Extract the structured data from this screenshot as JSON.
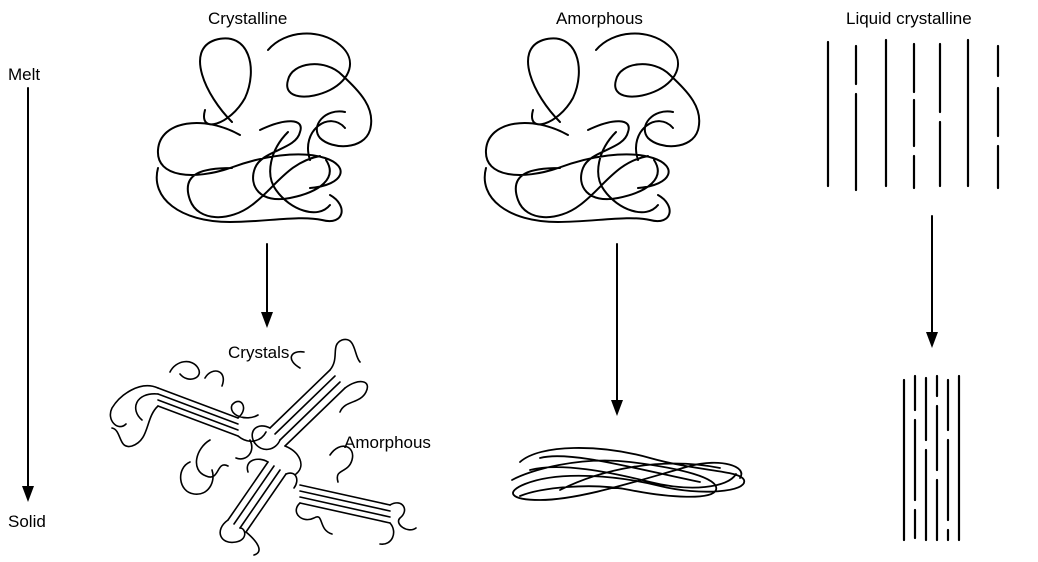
{
  "columns": {
    "crystalline": "Crystalline",
    "amorphous": "Amorphous",
    "liquid_crystalline": "Liquid crystalline"
  },
  "axis": {
    "start": "Melt",
    "end": "Solid"
  },
  "annotations": {
    "crystals": "Crystals",
    "amorphous_region": "Amorphous"
  }
}
